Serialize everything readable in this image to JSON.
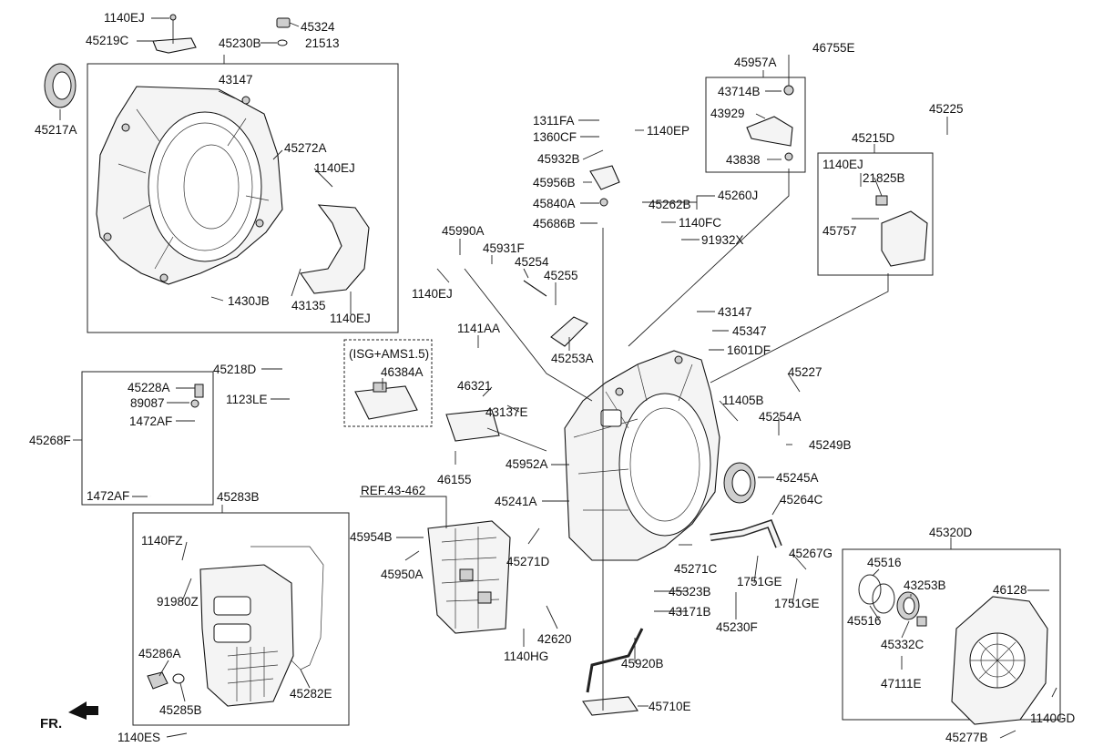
{
  "diagram": {
    "labels": {
      "p1140EJ_a": "1140EJ",
      "p45219C": "45219C",
      "p45324": "45324",
      "p21513": "21513",
      "p45230B": "45230B",
      "p43147_a": "43147",
      "p45217A": "45217A",
      "p45272A": "45272A",
      "p1140EJ_b": "1140EJ",
      "p1430JB": "1430JB",
      "p43135": "43135",
      "p1140EJ_c": "1140EJ",
      "p45218D": "45218D",
      "p1123LE": "1123LE",
      "isg_note": "(ISG+AMS1.5)",
      "p46384A": "46384A",
      "p45228A": "45228A",
      "p89087": "89087",
      "p1472AF_a": "1472AF",
      "p45268F": "45268F",
      "p1472AF_b": "1472AF",
      "p45283B": "45283B",
      "p1140FZ": "1140FZ",
      "p91980Z": "91980Z",
      "p45286A": "45286A",
      "p45285B": "45285B",
      "p45282E": "45282E",
      "fr": "FR.",
      "p1140ES": "1140ES",
      "p1311FA": "1311FA",
      "p1360CF": "1360CF",
      "p45932B": "45932B",
      "p1140EP": "1140EP",
      "p45956B": "45956B",
      "p45840A": "45840A",
      "p45686B": "45686B",
      "p45262B": "45262B",
      "p45260J": "45260J",
      "p1140FC": "1140FC",
      "p91932X": "91932X",
      "p46755E": "46755E",
      "p45957A": "45957A",
      "p43714B": "43714B",
      "p43929": "43929",
      "p43838": "43838",
      "p45225": "45225",
      "p45215D": "45215D",
      "p1140EJ_d": "1140EJ",
      "p21825B": "21825B",
      "p45757": "45757",
      "p45990A": "45990A",
      "p45931F": "45931F",
      "p45254": "45254",
      "p45255": "45255",
      "p1140EJ_e": "1140EJ",
      "p45253A": "45253A",
      "p1141AA": "1141AA",
      "p46321": "46321",
      "p43137E": "43137E",
      "p46155": "46155",
      "p43147_b": "43147",
      "p45347": "45347",
      "p1601DF": "1601DF",
      "p45227": "45227",
      "p11405B": "11405B",
      "p45254A": "45254A",
      "p45249B": "45249B",
      "p45245A": "45245A",
      "p45264C": "45264C",
      "p45952A": "45952A",
      "p45241A": "45241A",
      "ref": "REF.43-462",
      "p45954B": "45954B",
      "p45950A": "45950A",
      "p45271D": "45271D",
      "p45271C": "45271C",
      "p1751GE_a": "1751GE",
      "p45267G": "45267G",
      "p1751GE_b": "1751GE",
      "p45323B": "45323B",
      "p43171B": "43171B",
      "p45230F": "45230F",
      "p42620": "42620",
      "p1140HG": "1140HG",
      "p45920B": "45920B",
      "p45710E": "45710E",
      "p45320D": "45320D",
      "p45516_a": "45516",
      "p43253B": "43253B",
      "p46128": "46128",
      "p45516_b": "45516",
      "p45332C": "45332C",
      "p47111E": "47111E",
      "p1140GD": "1140GD",
      "p45277B": "45277B"
    }
  }
}
